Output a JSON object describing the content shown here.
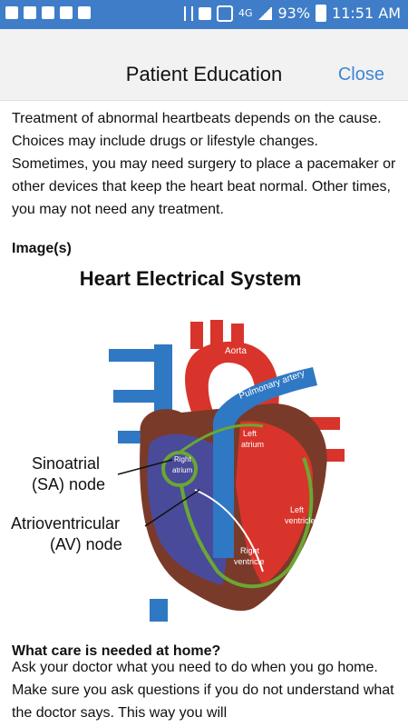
{
  "status": {
    "battery": "93%",
    "time": "11:51 AM",
    "network": "4G"
  },
  "header": {
    "title": "Patient Education",
    "close_label": "Close"
  },
  "content": {
    "intro": "Treatment of abnormal heartbeats depends on the cause. Choices may include drugs or lifestyle changes. Sometimes, you may need surgery to place a pacemaker or other devices that keep the heart beat normal. Other times, you may not need any treatment.",
    "images_heading": "Image(s)",
    "care_heading": "What care is needed at home?",
    "care_text": "Ask your doctor what you need to do when you go home. Make sure you ask questions if you do not understand what the doctor says. This way you will"
  },
  "diagram": {
    "title": "Heart Electrical System",
    "labels": {
      "aorta": "Aorta",
      "pulmonary_artery": "Pulmonary artery",
      "left_atrium_1": "Left",
      "left_atrium_2": "atrium",
      "right_atrium_1": "Right",
      "right_atrium_2": "atrium",
      "left_ventricle_1": "Left",
      "left_ventricle_2": "ventricle",
      "right_ventricle_1": "Right",
      "right_ventricle_2": "ventricle",
      "sa_1": "Sinoatrial",
      "sa_2": "(SA) node",
      "av_1": "Atrioventricular",
      "av_2": "(AV) node"
    },
    "colors": {
      "red": "#d9342b",
      "blue": "#2f78c4",
      "dark_blue": "#4a4a9a",
      "wall": "#7a3a2a",
      "green": "#6aa832"
    }
  }
}
